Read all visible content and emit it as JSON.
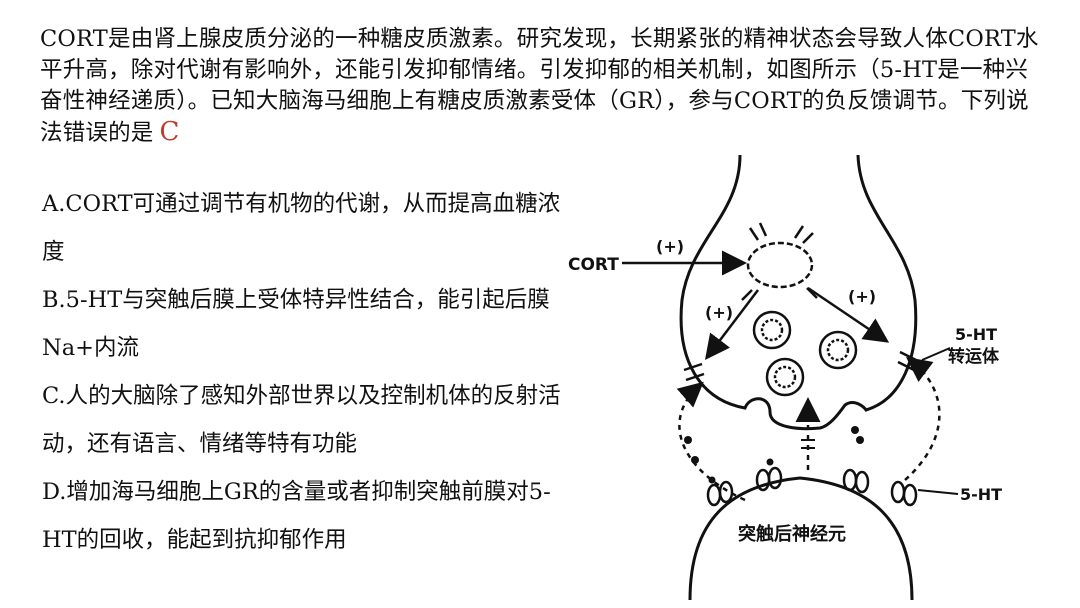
{
  "question": {
    "stem": "CORT是由肾上腺皮质分泌的一种糖皮质激素。研究发现，长期紧张的精神状态会导致人体CORT水平升高，除对代谢有影响外，还能引发抑郁情绪。引发抑郁的相关机制，如图所示（5-HT是一种兴奋性神经递质）。已知大脑海马细胞上有糖皮质激素受体（GR），参与CORT的负反馈调节。下列说法错误的是",
    "answer": "C"
  },
  "options": [
    {
      "text": "A.CORT可通过调节有机物的代谢，从而提高血糖浓度"
    },
    {
      "text": "B.5-HT与突触后膜上受体特异性结合，能引起后膜Na+内流"
    },
    {
      "text": "C.人的大脑除了感知外部世界以及控制机体的反射活动，还有语言、情绪等特有功能"
    },
    {
      "text": "D.增加海马细胞上GR的含量或者抑制突触前膜对5-HT的回收，能起到抗抑郁作用"
    }
  ],
  "diagram": {
    "cort_label": "CORT",
    "plus_label": "(+)",
    "transporter_label_1": "5-HT",
    "transporter_label_2": "转运体",
    "serotonin_label": "5-HT",
    "postsynaptic_label": "突触后神经元"
  }
}
